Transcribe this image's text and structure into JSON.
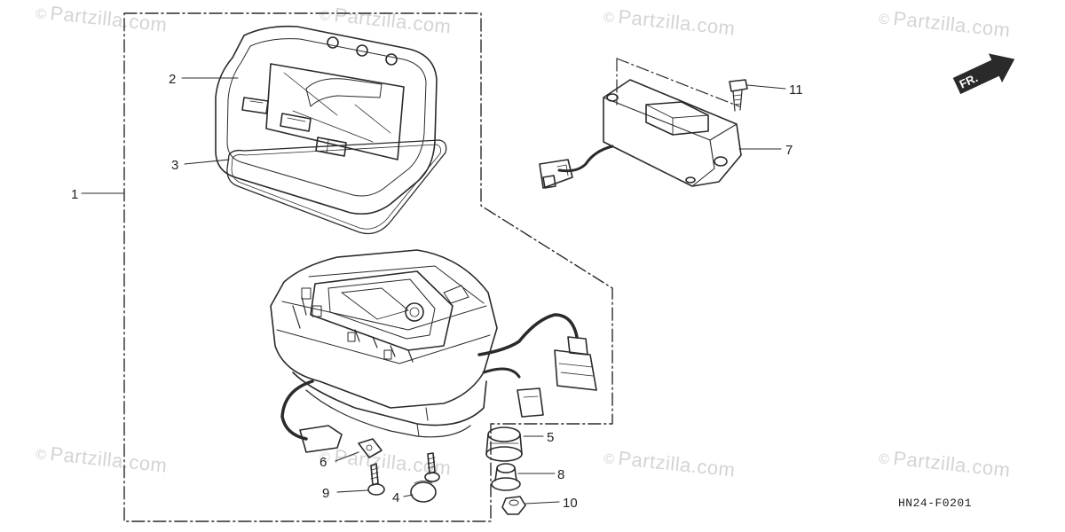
{
  "watermark_text": "Partzilla.com",
  "diagram_code": "HN24-F0201",
  "front_arrow_label": "FR.",
  "callouts": [
    {
      "id": "c1",
      "text": "1"
    },
    {
      "id": "c2",
      "text": "2"
    },
    {
      "id": "c3",
      "text": "3"
    },
    {
      "id": "c4",
      "text": "4"
    },
    {
      "id": "c5",
      "text": "5"
    },
    {
      "id": "c6",
      "text": "6"
    },
    {
      "id": "c7",
      "text": "7"
    },
    {
      "id": "c8",
      "text": "8"
    },
    {
      "id": "c9",
      "text": "9"
    },
    {
      "id": "c10",
      "text": "10"
    },
    {
      "id": "c11",
      "text": "11"
    }
  ]
}
